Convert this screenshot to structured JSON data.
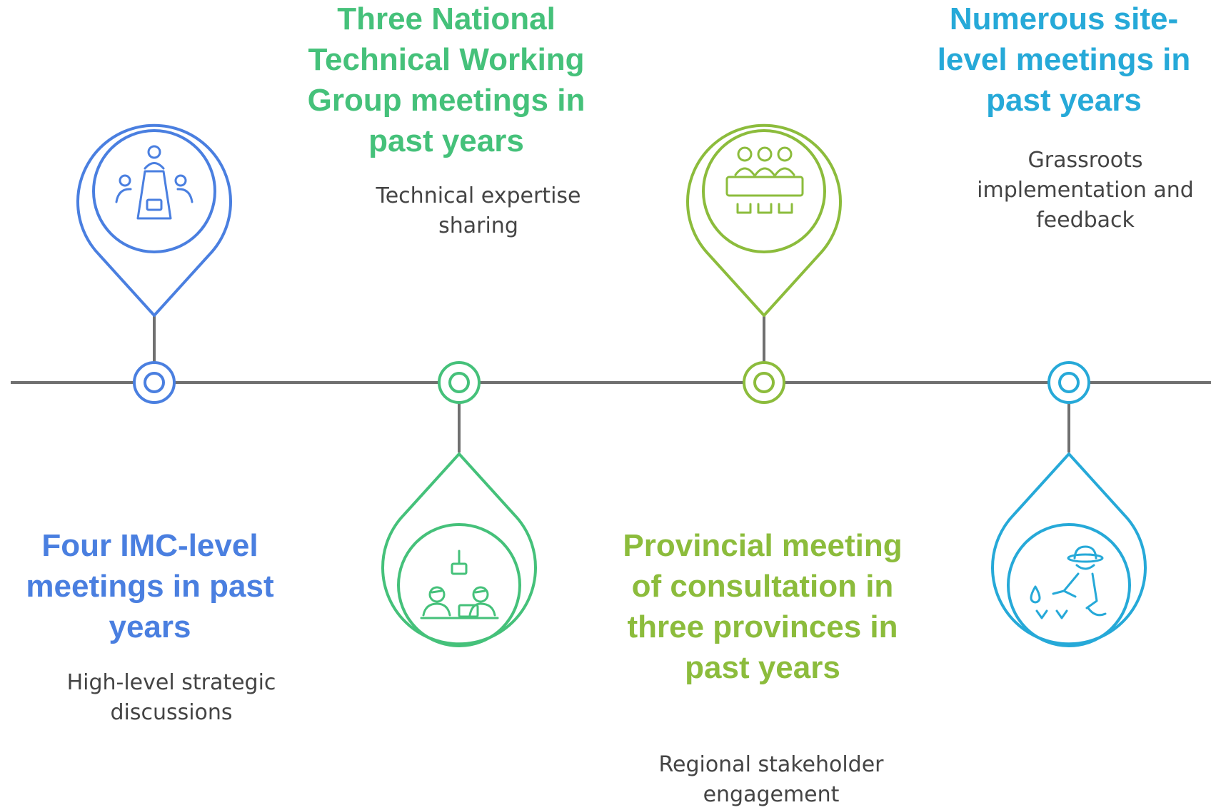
{
  "colors": {
    "blue": "#4a7fe0",
    "green": "#45c17a",
    "lime": "#8cbc3c",
    "cyan": "#26a9d8",
    "timeline": "#707070",
    "body_text": "#444444"
  },
  "milestones": [
    {
      "title": "Four IMC-level meetings in past years",
      "description": "High-level strategic discussions",
      "color": "#4a7fe0",
      "pin": "above",
      "icon": "meeting-table-icon"
    },
    {
      "title": "Three National Technical Working Group meetings in past years",
      "description": "Technical expertise sharing",
      "color": "#45c17a",
      "pin": "below",
      "icon": "working-group-icon"
    },
    {
      "title": "Provincial meeting of consultation in three provinces in past years",
      "description": "Regional stakeholder engagement",
      "color": "#8cbc3c",
      "pin": "above",
      "icon": "panel-consultation-icon"
    },
    {
      "title": "Numerous site-level meetings in past years",
      "description": "Grassroots implementation and feedback",
      "color": "#26a9d8",
      "pin": "below",
      "icon": "field-farmer-icon"
    }
  ]
}
